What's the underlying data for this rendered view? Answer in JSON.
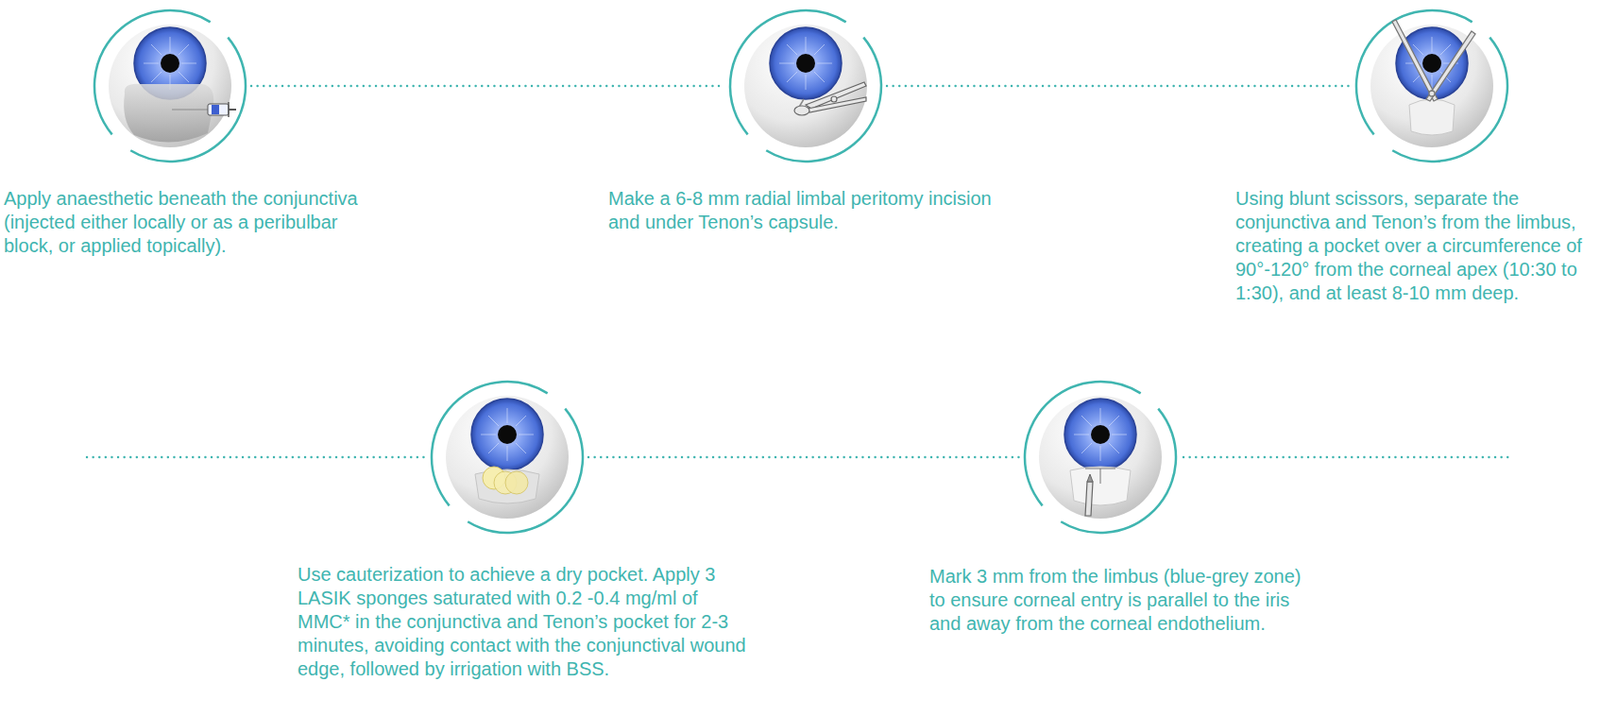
{
  "diagram": {
    "nodes": [
      {
        "text": [
          "Apply anaesthetic beneath the conjunctiva (injected either locally or as a peribulbar block, or applied topically)."
        ]
      },
      {
        "text": [
          "Make a 6-8 mm radial limbal peritomy incision and under Tenon’s capsule."
        ]
      },
      {
        "text": [
          "Using blunt scissors, separate the conjunctiva and Tenon’s from the limbus, creating a pocket over a circumference of 90°-120° from the corneal apex (10:30 to 1:30), and at least 8-10 mm deep."
        ]
      },
      {
        "text": [
          "Use cauterization to achieve a dry pocket. Apply 3 LASIK sponges saturated with 0.2 -0.4 mg/ml of MMC* in the conjunctiva and Tenon’s pocket for 2-3 minutes, avoiding contact with the conjunctival wound edge, followed by irrigation with BSS."
        ]
      },
      {
        "text": [
          "Mark 3 mm from the limbus (blue-grey zone) to ensure corneal entry is parallel to the iris and away from the corneal endothelium."
        ]
      }
    ],
    "edges": [
      {
        "from": 0,
        "to": 1,
        "arrow": "none"
      },
      {
        "from": 1,
        "to": 2,
        "arrow": "none"
      },
      {
        "from": 3,
        "to": 4,
        "arrow": "none"
      }
    ]
  }
}
